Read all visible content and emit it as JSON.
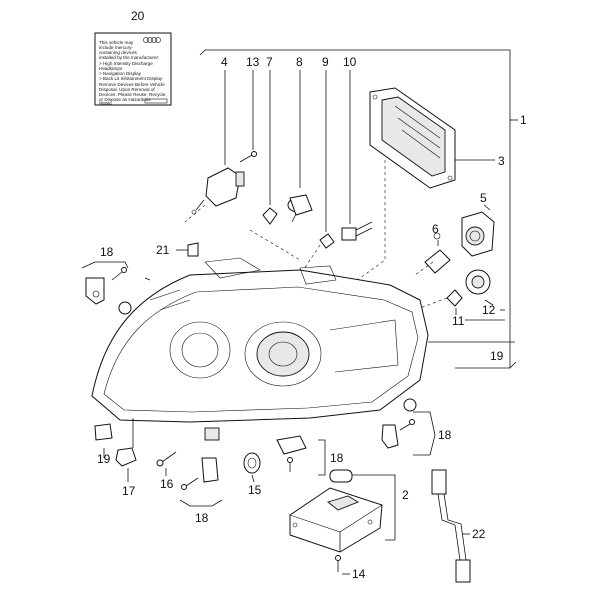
{
  "diagram": {
    "callouts": [
      "1",
      "2",
      "3",
      "4",
      "5",
      "6",
      "7",
      "8",
      "9",
      "10",
      "11",
      "12",
      "13",
      "14",
      "15",
      "16",
      "17",
      "18",
      "19",
      "20",
      "21",
      "22"
    ],
    "callout_18_repeat": "18",
    "label_text": [
      "This vehicle may",
      "include mercury-",
      "containing devices",
      "installed by the manufacturer:",
      "> High Intensity Discharge",
      "   Headlamps",
      "> Navigation Display",
      "> Back Lit Infotainment Display",
      "Remove Devices Before Vehicle",
      "Disposal. Upon Removal of",
      "Devices: Please Reuse, Recycle,",
      "or Dispose as Hazardous",
      "Waste"
    ]
  }
}
